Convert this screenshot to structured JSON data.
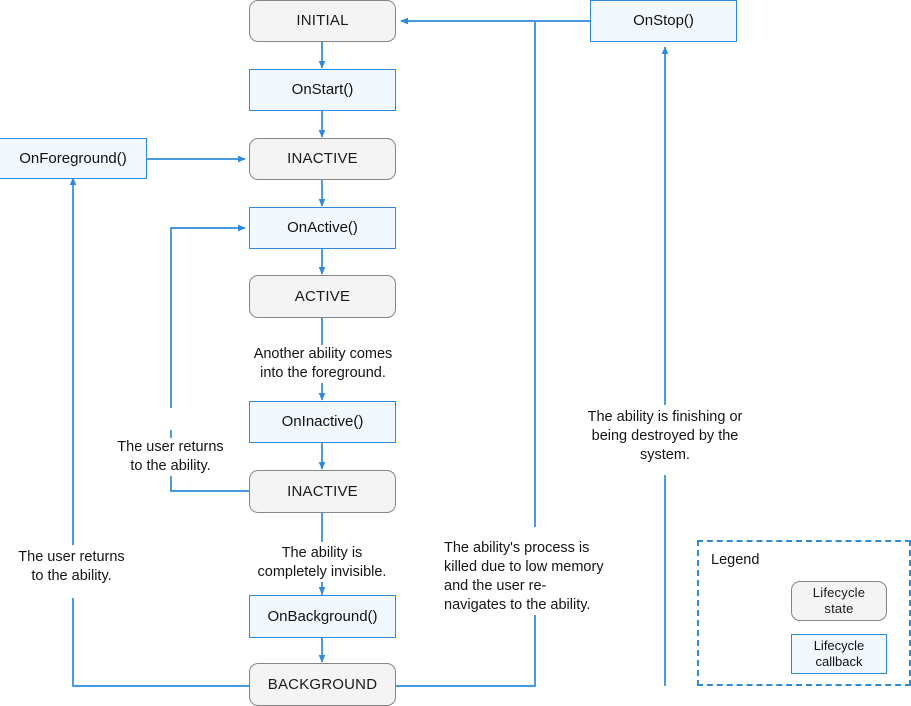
{
  "diagram": {
    "title": "Ability lifecycle state diagram",
    "colors": {
      "wire": "#2f8bd9",
      "state_fill": "#f4f4f4",
      "state_border": "#858585",
      "callback_fill": "#f2f9fe",
      "callback_border": "#2f8bd9",
      "legend_border": "#2f8bd9",
      "text": "#151515"
    },
    "states": {
      "initial": "INITIAL",
      "inactive_top": "INACTIVE",
      "active": "ACTIVE",
      "inactive_bottom": "INACTIVE",
      "background": "BACKGROUND"
    },
    "callbacks": {
      "on_start": "OnStart()",
      "on_foreground": "OnForeground()",
      "on_active": "OnActive()",
      "on_inactive": "OnInactive()",
      "on_background": "OnBackground()",
      "on_stop": "OnStop()"
    },
    "transition_labels": {
      "another_ability": "Another ability comes\ninto the foreground.",
      "user_returns_mid": "The user returns\nto the ability.",
      "user_returns_left": "The user returns\nto the ability.",
      "completely_invisible": "The ability is\ncompletely invisible.",
      "process_killed": "The ability's process is\nkilled due to low memory\nand the user re-\nnavigates to the ability.",
      "finishing_destroyed": "The ability is finishing or\nbeing destroyed by the\nsystem."
    },
    "legend": {
      "title": "Legend",
      "state_sample": "Lifecycle\nstate",
      "callback_sample": "Lifecycle\ncallback"
    }
  }
}
